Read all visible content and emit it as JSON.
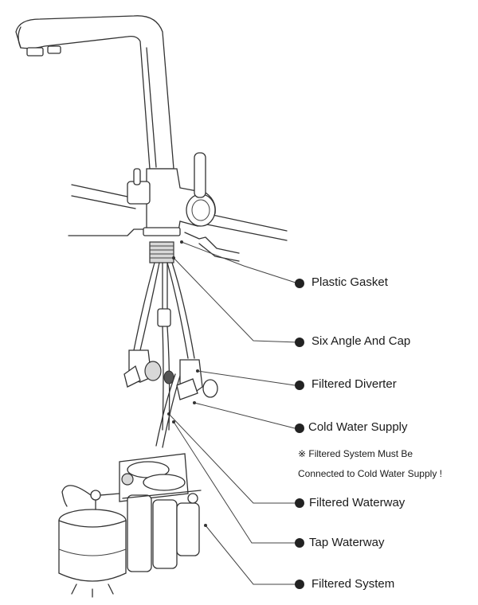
{
  "colors": {
    "line": "#333333",
    "dot": "#222222",
    "text": "#1a1a1a"
  },
  "labels": [
    {
      "id": "plastic-gasket",
      "text": "Plastic Gasket"
    },
    {
      "id": "six-angle-and-cap",
      "text": "Six Angle And Cap"
    },
    {
      "id": "filtered-diverter",
      "text": "Filtered Diverter"
    },
    {
      "id": "cold-water-supply",
      "text": "Cold Water Supply"
    },
    {
      "id": "filtered-waterway",
      "text": "Filtered Waterway"
    },
    {
      "id": "tap-waterway",
      "text": "Tap Waterway"
    },
    {
      "id": "filtered-system",
      "text": "Filtered System"
    }
  ],
  "note": {
    "line1": "※ Filtered System Must Be",
    "line2": "Connected to Cold Water Supply !"
  }
}
